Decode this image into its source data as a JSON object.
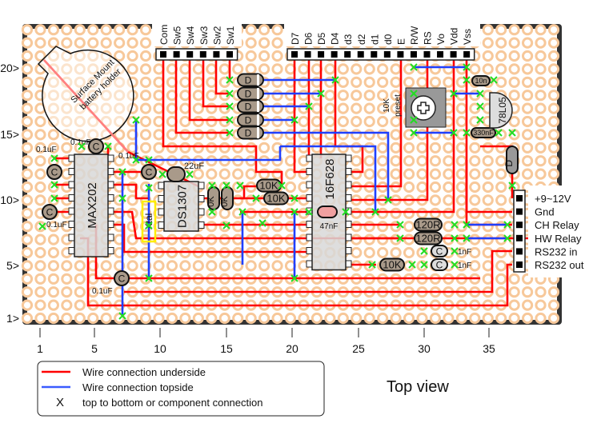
{
  "header_switch": {
    "pins": [
      "Com",
      "Sw5",
      "Sw4",
      "Sw3",
      "Sw2",
      "Sw1"
    ]
  },
  "header_lcd": {
    "pins": [
      "D7",
      "D6",
      "D5",
      "D4",
      "d3",
      "d2",
      "d1",
      "d0",
      "E",
      "R/W",
      "RS",
      "Vo",
      "Vdd",
      "Vss"
    ]
  },
  "connector": {
    "labels": [
      "+9~12V",
      "Gnd",
      "CH Relay",
      "HW Relay",
      "RS232 in",
      "RS232 out"
    ]
  },
  "row_labels": [
    "20>",
    "15>",
    "10>",
    "5>",
    "1>"
  ],
  "column_labels": [
    "1",
    "5",
    "10",
    "15",
    "20",
    "25",
    "30",
    "35"
  ],
  "components": {
    "battery": [
      "Surface Mount",
      "battery holder"
    ],
    "max202": "MAX202",
    "ds1307": "DS1307",
    "pic": "16F628",
    "regulator": "78L05",
    "preset": [
      "10K",
      "preset"
    ],
    "xtal": "Xtal",
    "diode": "D",
    "capacitor": "C",
    "cap_01uf": "0.1uF",
    "cap_22uf": "22uF",
    "cap_1nf": "1nF",
    "cap_47nf": "47nF",
    "cap_10n": "10n",
    "cap_330nf": "330nF",
    "res_10k": "10K",
    "res_0k": "0K",
    "res_120r": "120R"
  },
  "legend": {
    "underside": "Wire connection underside",
    "topside": "Wire connection topside",
    "x_mark": "X",
    "x_desc": "top to bottom or component connection"
  },
  "view_label": "Top view",
  "colors": {
    "underside": "#ff0000",
    "topside": "#1f3fff",
    "x_mark": "#22dd22",
    "hole": "#f7c89a",
    "board_edge": "#333333",
    "component": "#a99a8a",
    "chip": "#d8d8d8"
  }
}
